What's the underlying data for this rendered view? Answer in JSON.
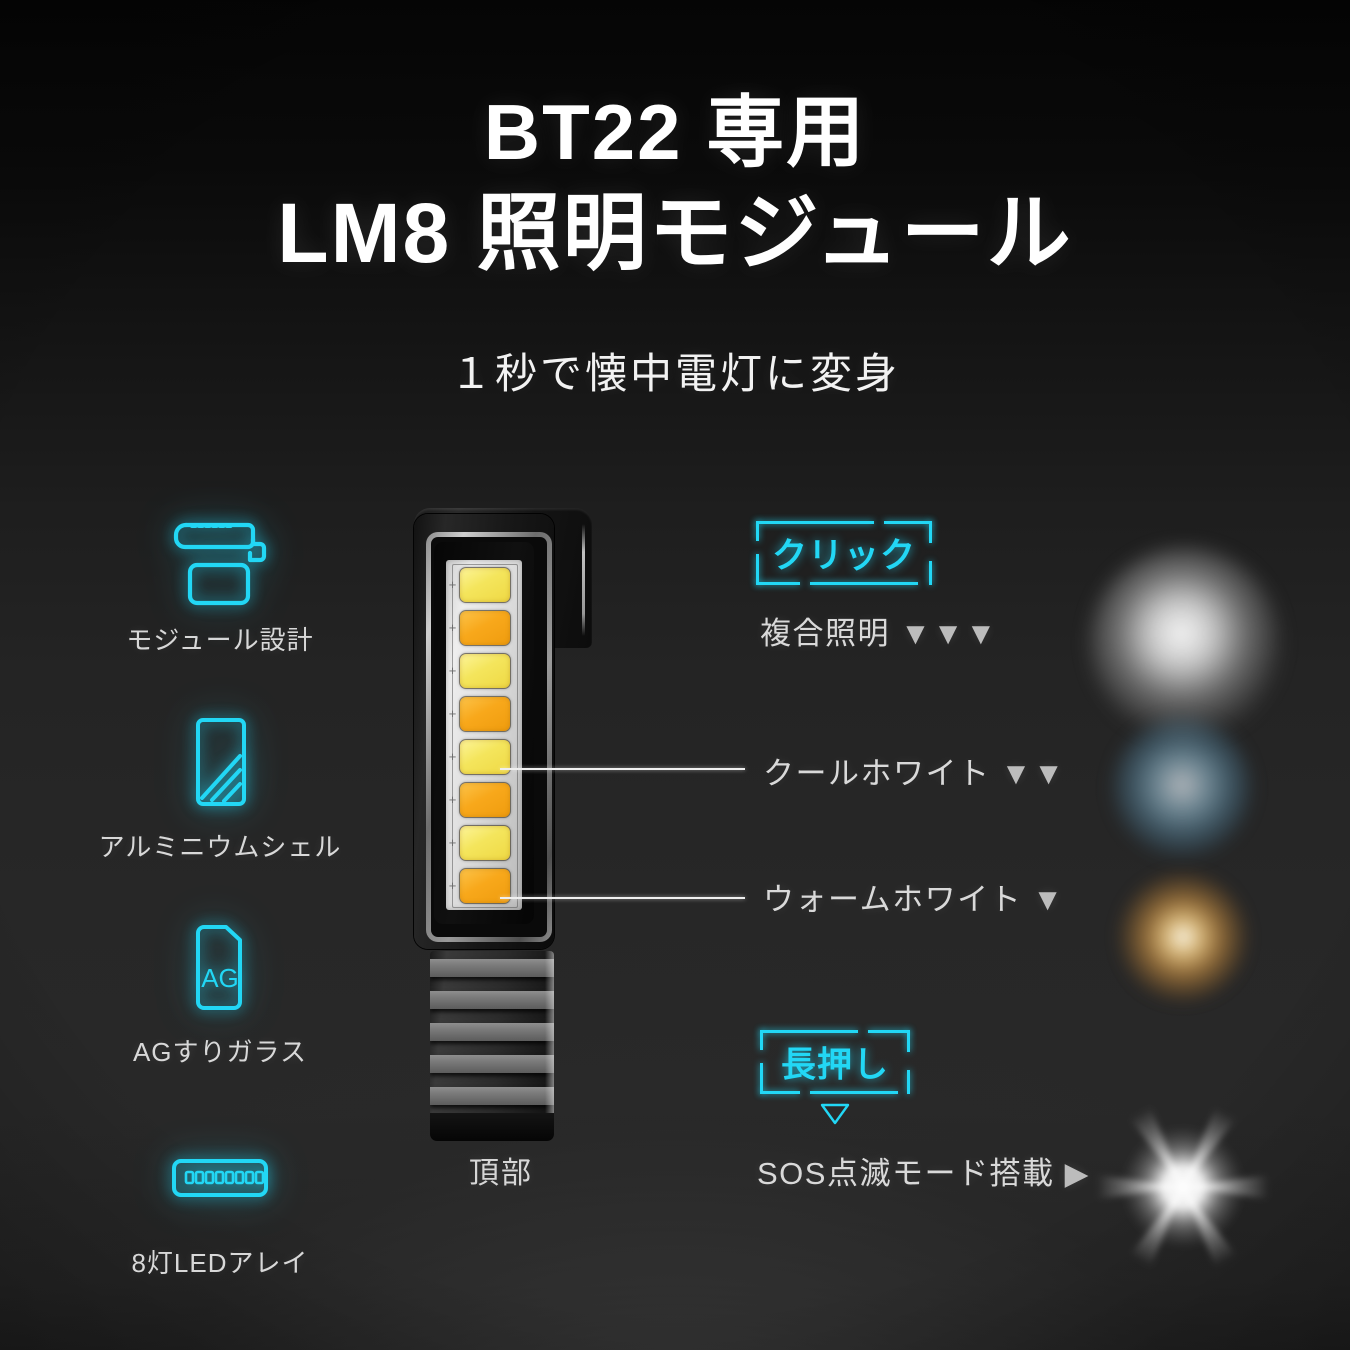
{
  "headline": {
    "line1": "BT22 専用",
    "line2": "LM8 照明モジュール",
    "subtitle": "１秒で懐中電灯に変身"
  },
  "features": [
    {
      "icon": "light-module-icon",
      "label": "モジュール設計"
    },
    {
      "icon": "aluminum-shell-icon",
      "label": "アルミニウムシェル"
    },
    {
      "icon": "ag-frosted-glass-icon",
      "label": "AGすりガラス",
      "icon_text": "AG"
    },
    {
      "icon": "led-array-icon",
      "label": "8灯LEDアレイ",
      "led_count": 8
    }
  ],
  "device": {
    "caption": "頂部",
    "led_count": 8,
    "leds": [
      {
        "index": 1,
        "type": "cool",
        "color": "#f4e55c"
      },
      {
        "index": 2,
        "type": "warm",
        "color": "#f8a81b"
      },
      {
        "index": 3,
        "type": "cool",
        "color": "#f4e55c"
      },
      {
        "index": 4,
        "type": "warm",
        "color": "#f8a81b"
      },
      {
        "index": 5,
        "type": "cool",
        "color": "#f4e55c"
      },
      {
        "index": 6,
        "type": "warm",
        "color": "#f8a81b"
      },
      {
        "index": 7,
        "type": "cool",
        "color": "#f4e55c"
      },
      {
        "index": 8,
        "type": "warm",
        "color": "#f8a81b"
      }
    ]
  },
  "callouts": {
    "click_tag": "クリック",
    "longpress_tag": "長押し",
    "modes": [
      {
        "name": "combined",
        "label": "複合照明",
        "arrows": "▼▼▼"
      },
      {
        "name": "cool-white",
        "label": "クールホワイト",
        "arrows": "▼▼"
      },
      {
        "name": "warm-white",
        "label": "ウォームホワイト",
        "arrows": "▼"
      }
    ],
    "sos_label": "SOS点滅モード搭載",
    "sos_arrow": "▶"
  },
  "colors": {
    "accent_cyan": "#22d7f5",
    "text_primary": "#ffffff",
    "text_secondary": "#d8d8d8",
    "background_top": "#050505",
    "background_bottom": "#272727",
    "led_cool": "#f4e55c",
    "led_warm": "#f8a81b"
  }
}
